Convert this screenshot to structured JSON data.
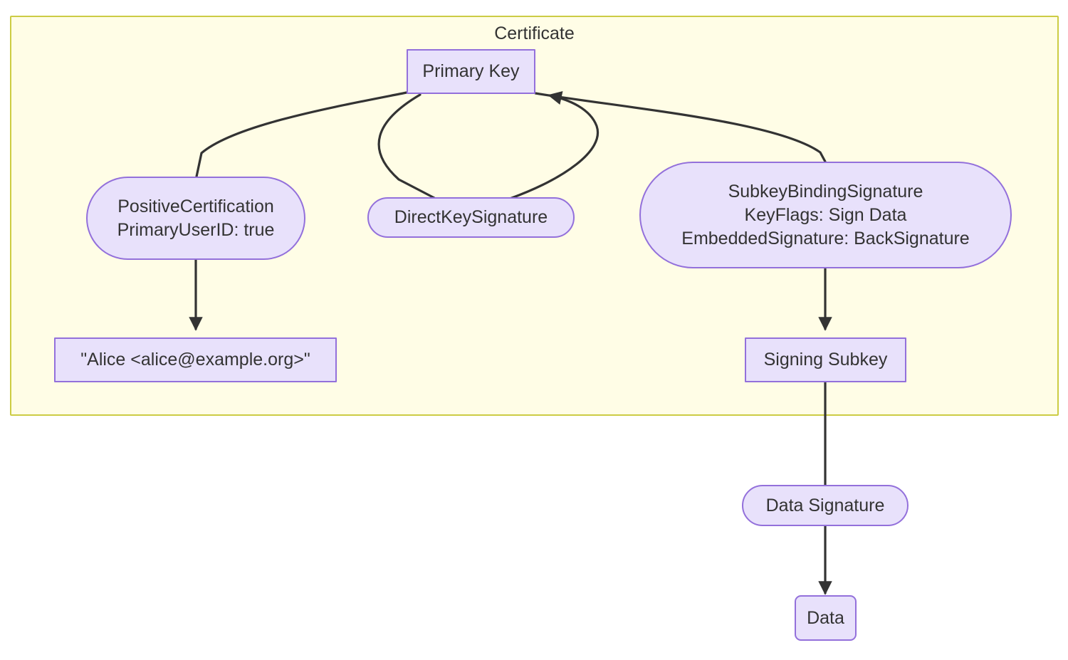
{
  "diagram": {
    "type": "flowchart",
    "direction": "top-down",
    "background": "#ffffff",
    "subgraphs": [
      {
        "id": "certificate",
        "title": "Certificate",
        "fill": "#fffde6",
        "stroke": "#cccc44"
      }
    ],
    "node_style": {
      "fill": "#e8e1fb",
      "stroke": "#9370db",
      "text": "#333333"
    },
    "edge_style": {
      "stroke": "#333333",
      "width": 3
    },
    "nodes": [
      {
        "id": "primary-key",
        "label": "Primary Key",
        "shape": "rect"
      },
      {
        "id": "positive-certification",
        "label": "PositiveCertification\nPrimaryUserID: true",
        "shape": "stadium"
      },
      {
        "id": "direct-key-signature",
        "label": "DirectKeySignature",
        "shape": "stadium"
      },
      {
        "id": "subkey-binding-signature",
        "label": "SubkeyBindingSignature\nKeyFlags: Sign Data\nEmbeddedSignature: BackSignature",
        "shape": "stadium"
      },
      {
        "id": "alice-uid",
        "label": "\"Alice <alice@example.org>\"",
        "shape": "rect"
      },
      {
        "id": "signing-subkey",
        "label": "Signing Subkey",
        "shape": "rect"
      },
      {
        "id": "data-signature",
        "label": "Data Signature",
        "shape": "stadium"
      },
      {
        "id": "data",
        "label": "Data",
        "shape": "round"
      }
    ],
    "edges": [
      {
        "from": "primary-key",
        "to": "positive-certification",
        "arrow": false
      },
      {
        "from": "primary-key",
        "to": "direct-key-signature",
        "arrow": false
      },
      {
        "from": "direct-key-signature",
        "to": "primary-key",
        "arrow": true
      },
      {
        "from": "primary-key",
        "to": "subkey-binding-signature",
        "arrow": false
      },
      {
        "from": "positive-certification",
        "to": "alice-uid",
        "arrow": true
      },
      {
        "from": "subkey-binding-signature",
        "to": "signing-subkey",
        "arrow": true
      },
      {
        "from": "signing-subkey",
        "to": "data-signature",
        "arrow": false
      },
      {
        "from": "data-signature",
        "to": "data",
        "arrow": true
      }
    ]
  }
}
